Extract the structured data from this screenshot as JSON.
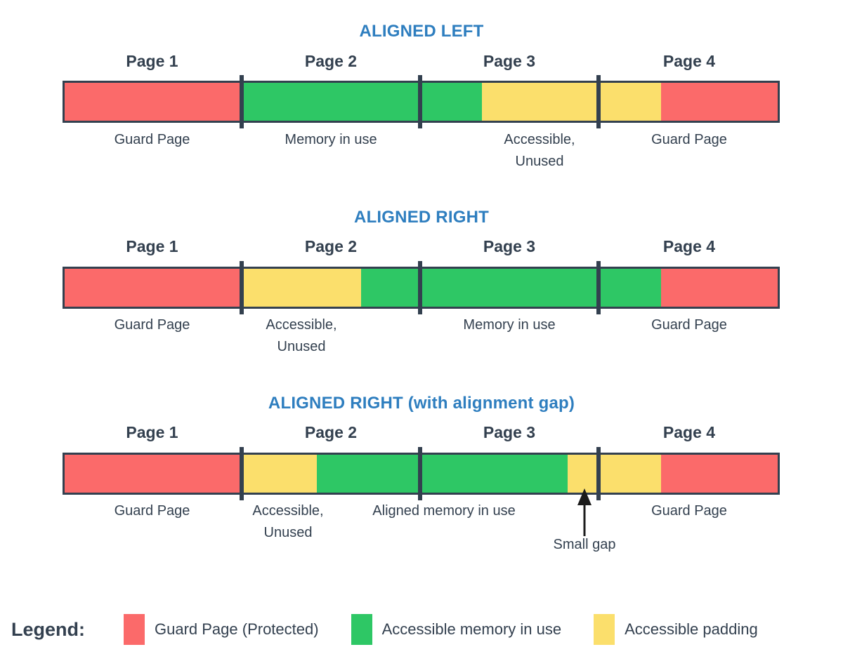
{
  "colors": {
    "guard": "#FB6A6A",
    "in_use": "#2EC765",
    "padding": "#FBDF6C",
    "outline": "#33404F",
    "title": "#2E7EBF",
    "background": "#FFFFFF"
  },
  "diagrams": [
    {
      "title": "ALIGNED LEFT",
      "title_suffix": "",
      "page_labels": [
        "Page 1",
        "Page 2",
        "Page 3",
        "Page 4"
      ],
      "segments": [
        {
          "kind": "guard",
          "label": "Guard Page"
        },
        {
          "kind": "in_use",
          "label": "Memory in use"
        },
        {
          "kind": "padding",
          "label": "Accessible,\nUnused"
        },
        {
          "kind": "guard",
          "label": "Guard Page"
        }
      ],
      "under_labels": [
        "Guard Page",
        "Memory in use",
        "Accessible,\nUnused",
        "Guard Page"
      ]
    },
    {
      "title": "ALIGNED RIGHT",
      "title_suffix": "",
      "page_labels": [
        "Page 1",
        "Page 2",
        "Page 3",
        "Page 4"
      ],
      "segments": [
        {
          "kind": "guard",
          "label": "Guard Page"
        },
        {
          "kind": "padding",
          "label": "Accessible,\nUnused"
        },
        {
          "kind": "in_use",
          "label": "Memory in use"
        },
        {
          "kind": "guard",
          "label": "Guard Page"
        }
      ],
      "under_labels": [
        "Guard Page",
        "Accessible,\nUnused",
        "Memory in use",
        "Guard Page"
      ]
    },
    {
      "title": "ALIGNED RIGHT",
      "title_suffix": " (with alignment gap)",
      "page_labels": [
        "Page 1",
        "Page 2",
        "Page 3",
        "Page 4"
      ],
      "segments": [
        {
          "kind": "guard",
          "label": "Guard Page"
        },
        {
          "kind": "padding",
          "label": "Accessible,\nUnused"
        },
        {
          "kind": "in_use",
          "label": "Aligned memory in use"
        },
        {
          "kind": "padding",
          "label": "Small gap"
        },
        {
          "kind": "guard",
          "label": "Guard Page"
        }
      ],
      "under_labels": [
        "Guard Page",
        "Accessible,\nUnused",
        "Aligned memory in use",
        "Guard Page"
      ],
      "annotation": "Small gap"
    }
  ],
  "legend": {
    "title": "Legend:",
    "items": [
      {
        "swatch": "guard",
        "label": "Guard Page (Protected)"
      },
      {
        "swatch": "in_use",
        "label": "Accessible memory in use"
      },
      {
        "swatch": "padding",
        "label": "Accessible padding"
      }
    ]
  }
}
